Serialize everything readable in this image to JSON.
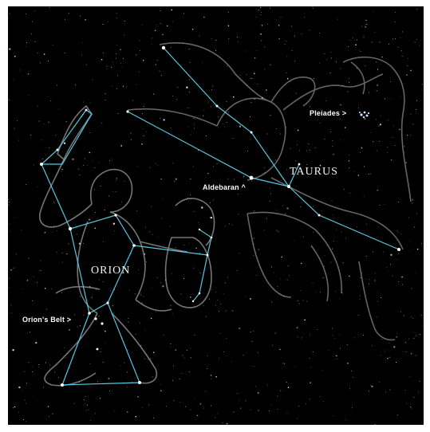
{
  "labels": {
    "orion": "ORION",
    "taurus": "TAURUS",
    "pleiades": "Pleiades >",
    "aldebaran": "Aldebaran ^",
    "orions_belt": "Orion's Belt >"
  },
  "colors": {
    "background": "#000000",
    "constellation_lines": "#5fd0ea",
    "figure_outline": "#bcbcbc",
    "stars": "#ffffff"
  }
}
